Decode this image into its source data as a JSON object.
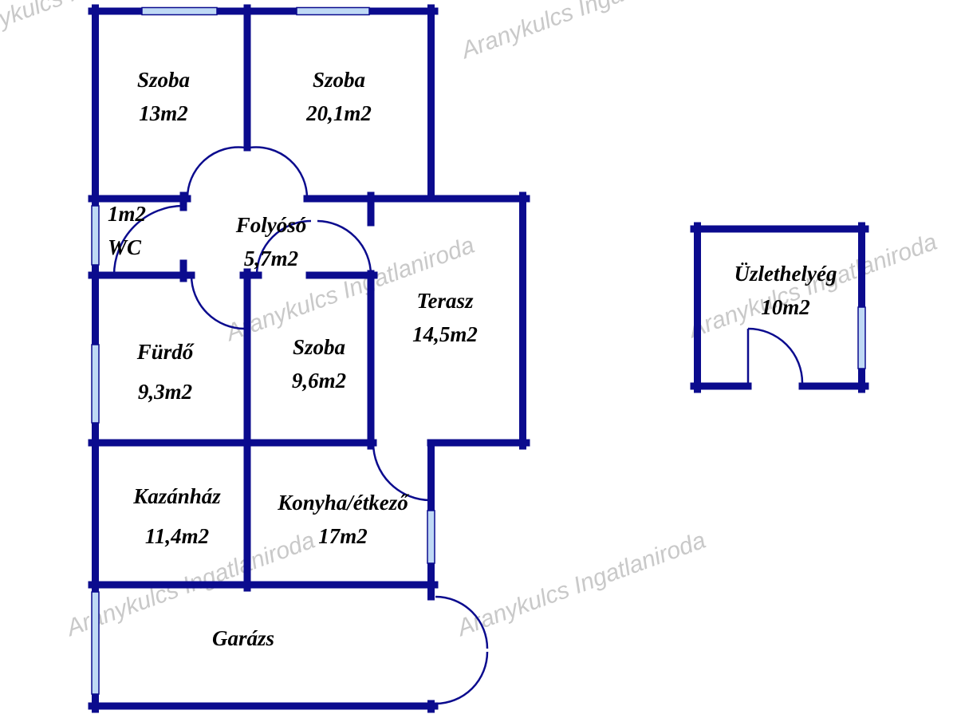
{
  "title": "Floor plan",
  "watermark": {
    "text": "Aranykulcs Ingatlaniroda"
  },
  "colors": {
    "wall": "#0b0b8e",
    "window": "#bfd9f5",
    "label": "#000000",
    "watermark": "#c9c9c9"
  },
  "rooms": {
    "szoba13": {
      "line1": "Szoba",
      "line2": "13m2"
    },
    "szoba20": {
      "line1": "Szoba",
      "line2": "20,1m2"
    },
    "wc": {
      "line1": "1m2",
      "line2": "WC"
    },
    "folyoso": {
      "line1": "Folyósó",
      "line2": "5,7m2"
    },
    "terasz": {
      "line1": "Terasz",
      "line2": "14,5m2"
    },
    "furdo": {
      "line1": "Fürdő",
      "line2": "9,3m2"
    },
    "szoba96": {
      "line1": "Szoba",
      "line2": "9,6m2"
    },
    "kazanhaz": {
      "line1": "Kazánház",
      "line2": "11,4m2"
    },
    "konyha": {
      "line1": "Konyha/étkező",
      "line2": "17m2"
    },
    "garazs": {
      "line1": "Garázs"
    },
    "uzlet": {
      "line1": "Üzlethelyég",
      "line2": "10m2"
    }
  }
}
